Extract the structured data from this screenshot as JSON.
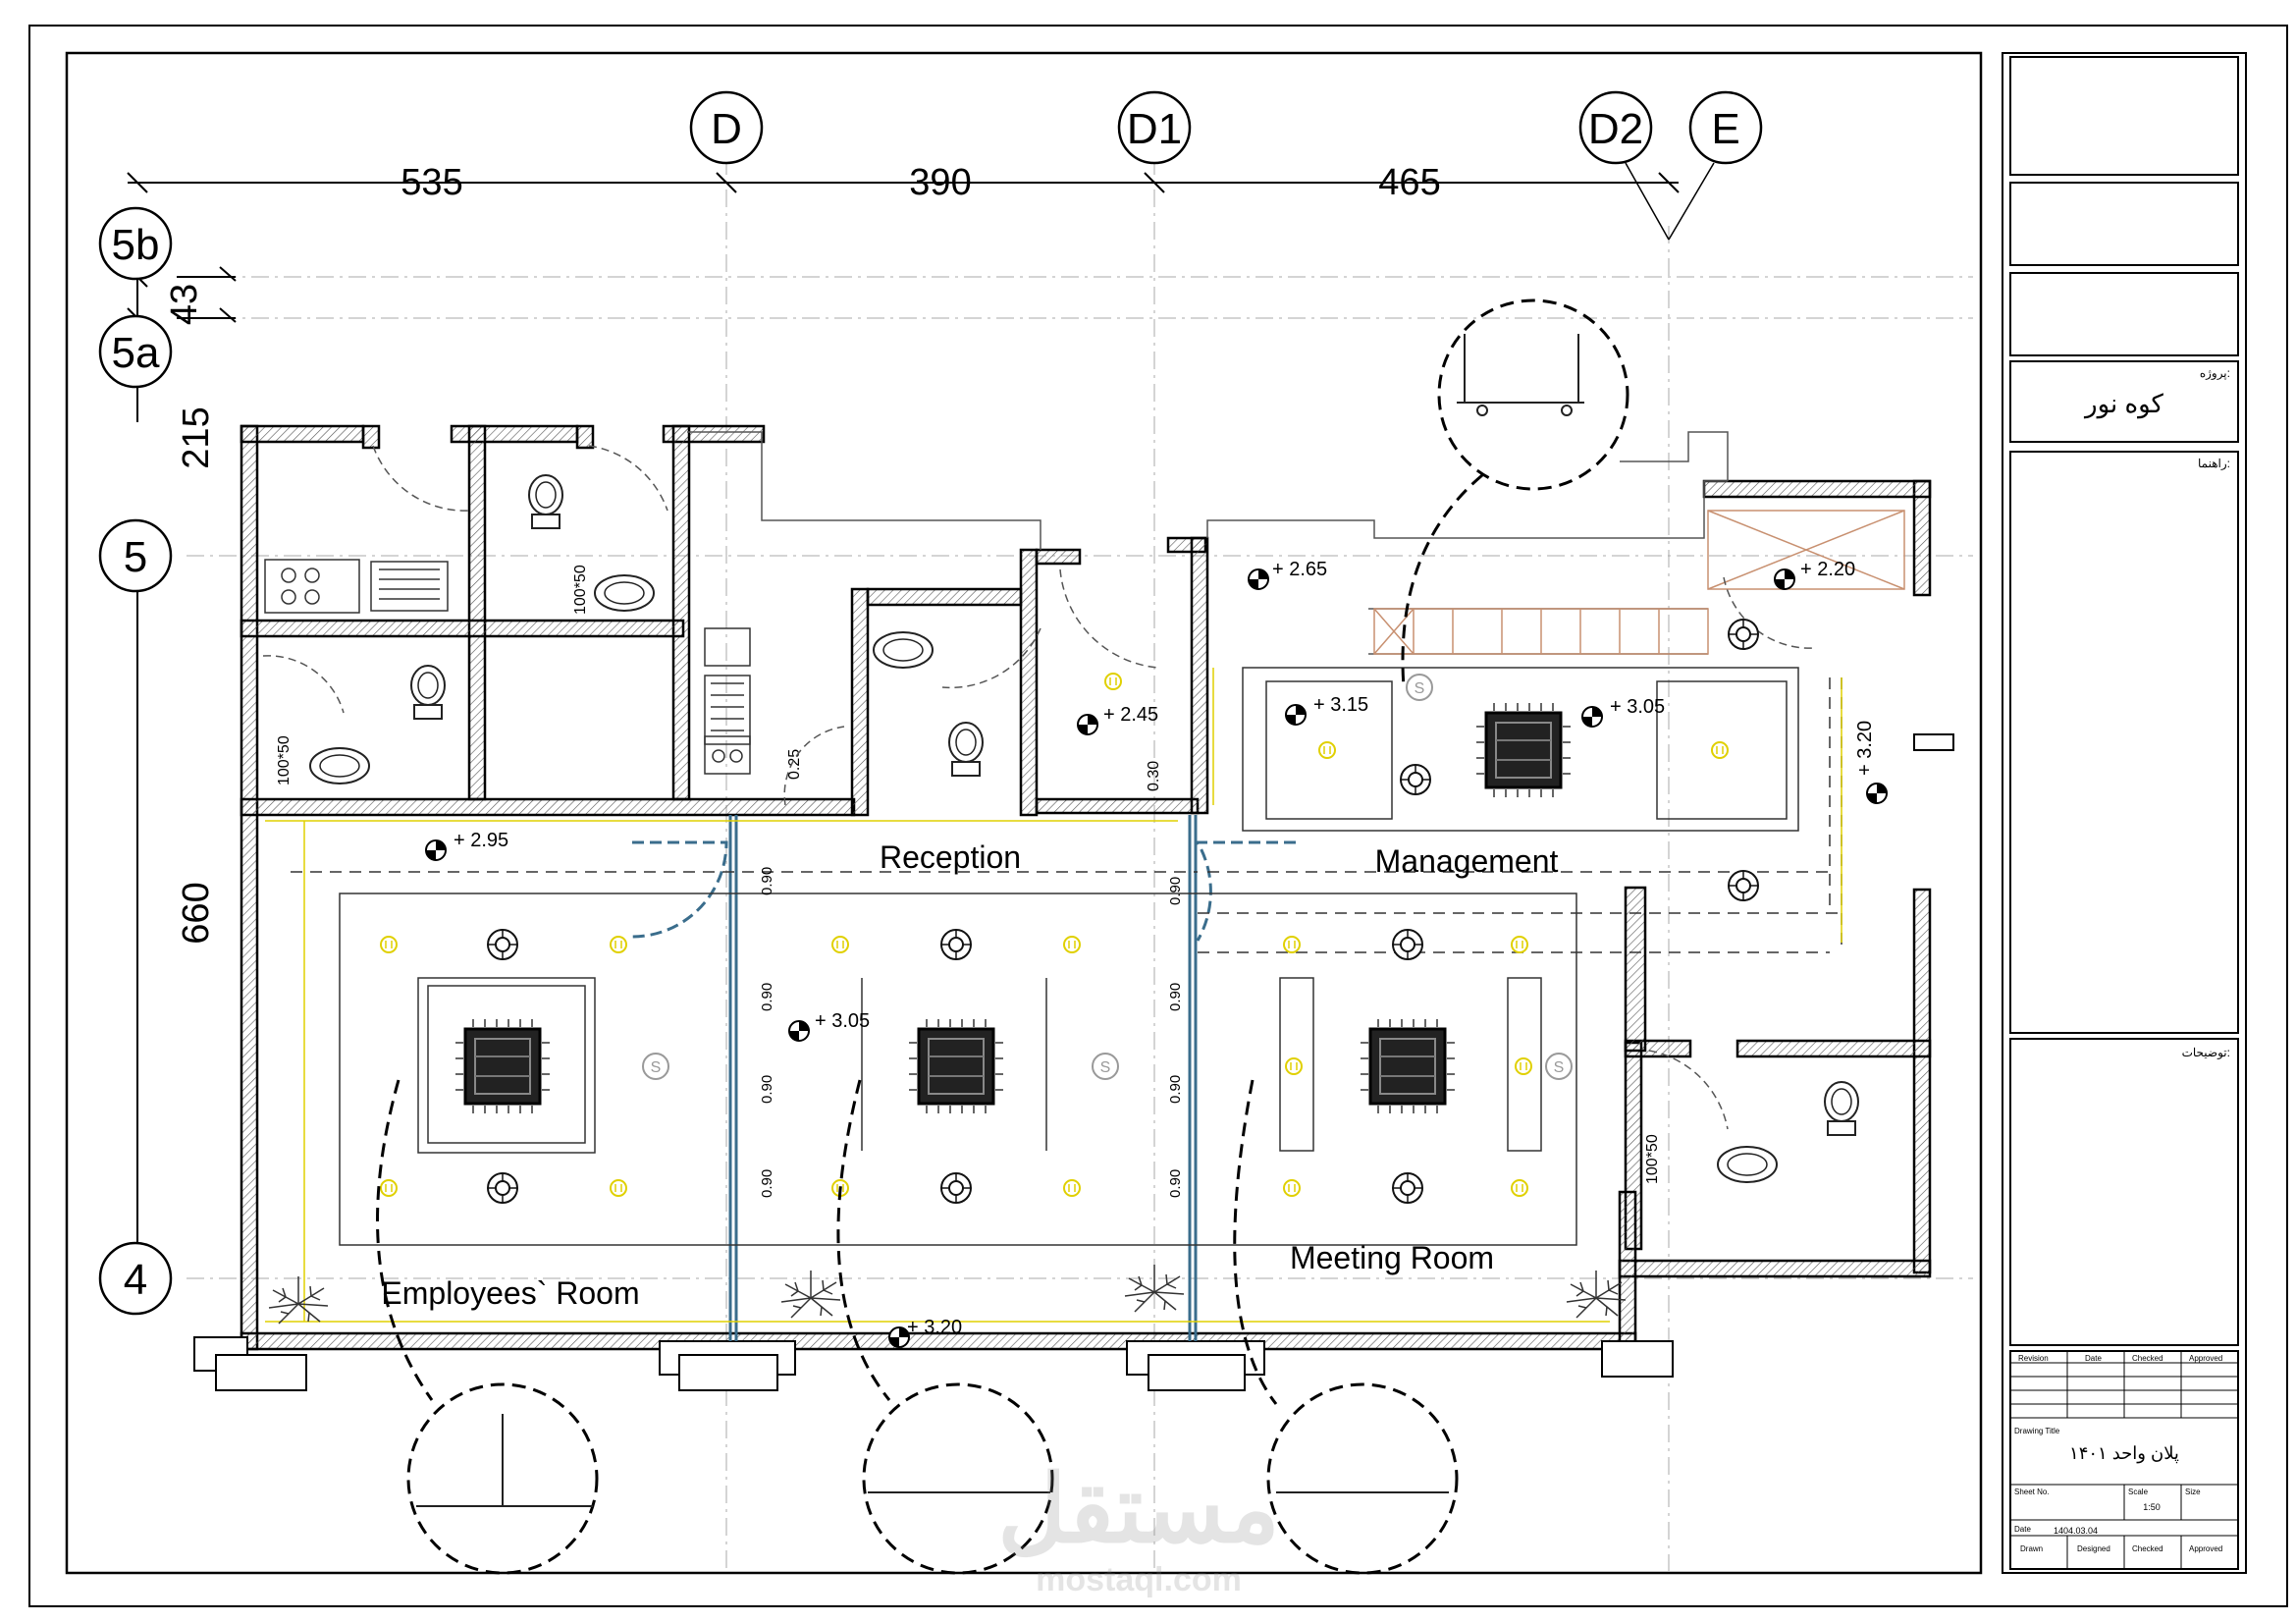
{
  "grid": {
    "columns": [
      "D",
      "D1",
      "D2",
      "E"
    ],
    "rows": [
      "5b",
      "5a",
      "5",
      "4"
    ]
  },
  "dimensions": {
    "horizontal": [
      "535",
      "390",
      "465"
    ],
    "vertical": [
      "43",
      "215",
      "660"
    ]
  },
  "rooms": {
    "reception": "Reception",
    "management": "Management",
    "employees": "Employees` Room",
    "meeting": "Meeting Room"
  },
  "levels": [
    "+ 2.95",
    "+ 3.05",
    "+ 3.20",
    "+ 2.45",
    "+ 2.65",
    "+ 3.15",
    "+ 3.05",
    "+ 2.20",
    "+ 3.20"
  ],
  "dim_notes": [
    "100*50",
    "100*50",
    "100*50",
    "0.25",
    "0.30",
    "0.90",
    "0.90",
    "0.90",
    "0.90",
    "0.90",
    "0.90",
    "0.90",
    "0.90"
  ],
  "title_block": {
    "project_label": "پروژه:",
    "project_name": "کوه نور",
    "supervision_label": "راهنما:",
    "notes_label": "توضیحات:",
    "revision_headers": [
      "Revision",
      "Date",
      "Checked",
      "Approved"
    ],
    "drawing_title_label": "Drawing Title",
    "drawing_title": "پلان واحد ۱۴۰۱",
    "sheet_no_label": "Sheet No.",
    "scale_label": "Scale",
    "scale_value": "1:50",
    "size_label": "Size",
    "date_label": "Date",
    "date_value": "1404.03.04",
    "footer_headers": [
      "Drawn",
      "Designed",
      "Checked",
      "Approved"
    ]
  },
  "watermark": {
    "arabic": "مستقل",
    "latin": "mostaql.com"
  }
}
